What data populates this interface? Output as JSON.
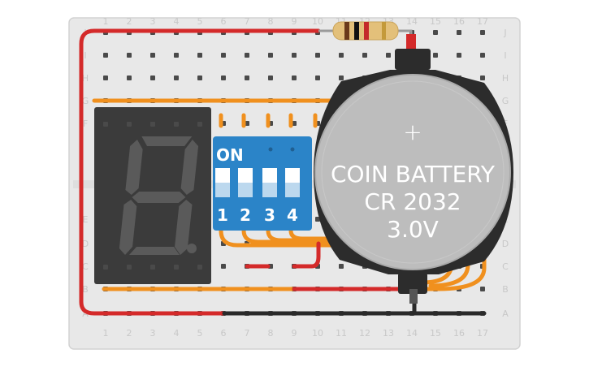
{
  "breadboard": {
    "column_numbers": [
      "1",
      "2",
      "3",
      "4",
      "5",
      "6",
      "7",
      "8",
      "9",
      "10",
      "11",
      "12",
      "13",
      "14",
      "15",
      "16",
      "17"
    ],
    "row_letters": [
      "A",
      "B",
      "C",
      "D",
      "E",
      "F",
      "G",
      "H",
      "I",
      "J"
    ]
  },
  "dip_switch": {
    "on_label": "ON",
    "switch_numbers": [
      "1",
      "2",
      "3",
      "4"
    ],
    "color": "#2b84c8"
  },
  "coin_battery": {
    "polarity_symbol": "+",
    "line1": "COIN BATTERY",
    "line2": "CR 2032",
    "line3": "3.0V"
  },
  "seven_segment": {
    "displayed_digit": "8",
    "decimal_point": true
  },
  "wires": {
    "colors": {
      "red": "#d42a2a",
      "orange": "#f0901e",
      "black": "#2a2a2a"
    }
  }
}
